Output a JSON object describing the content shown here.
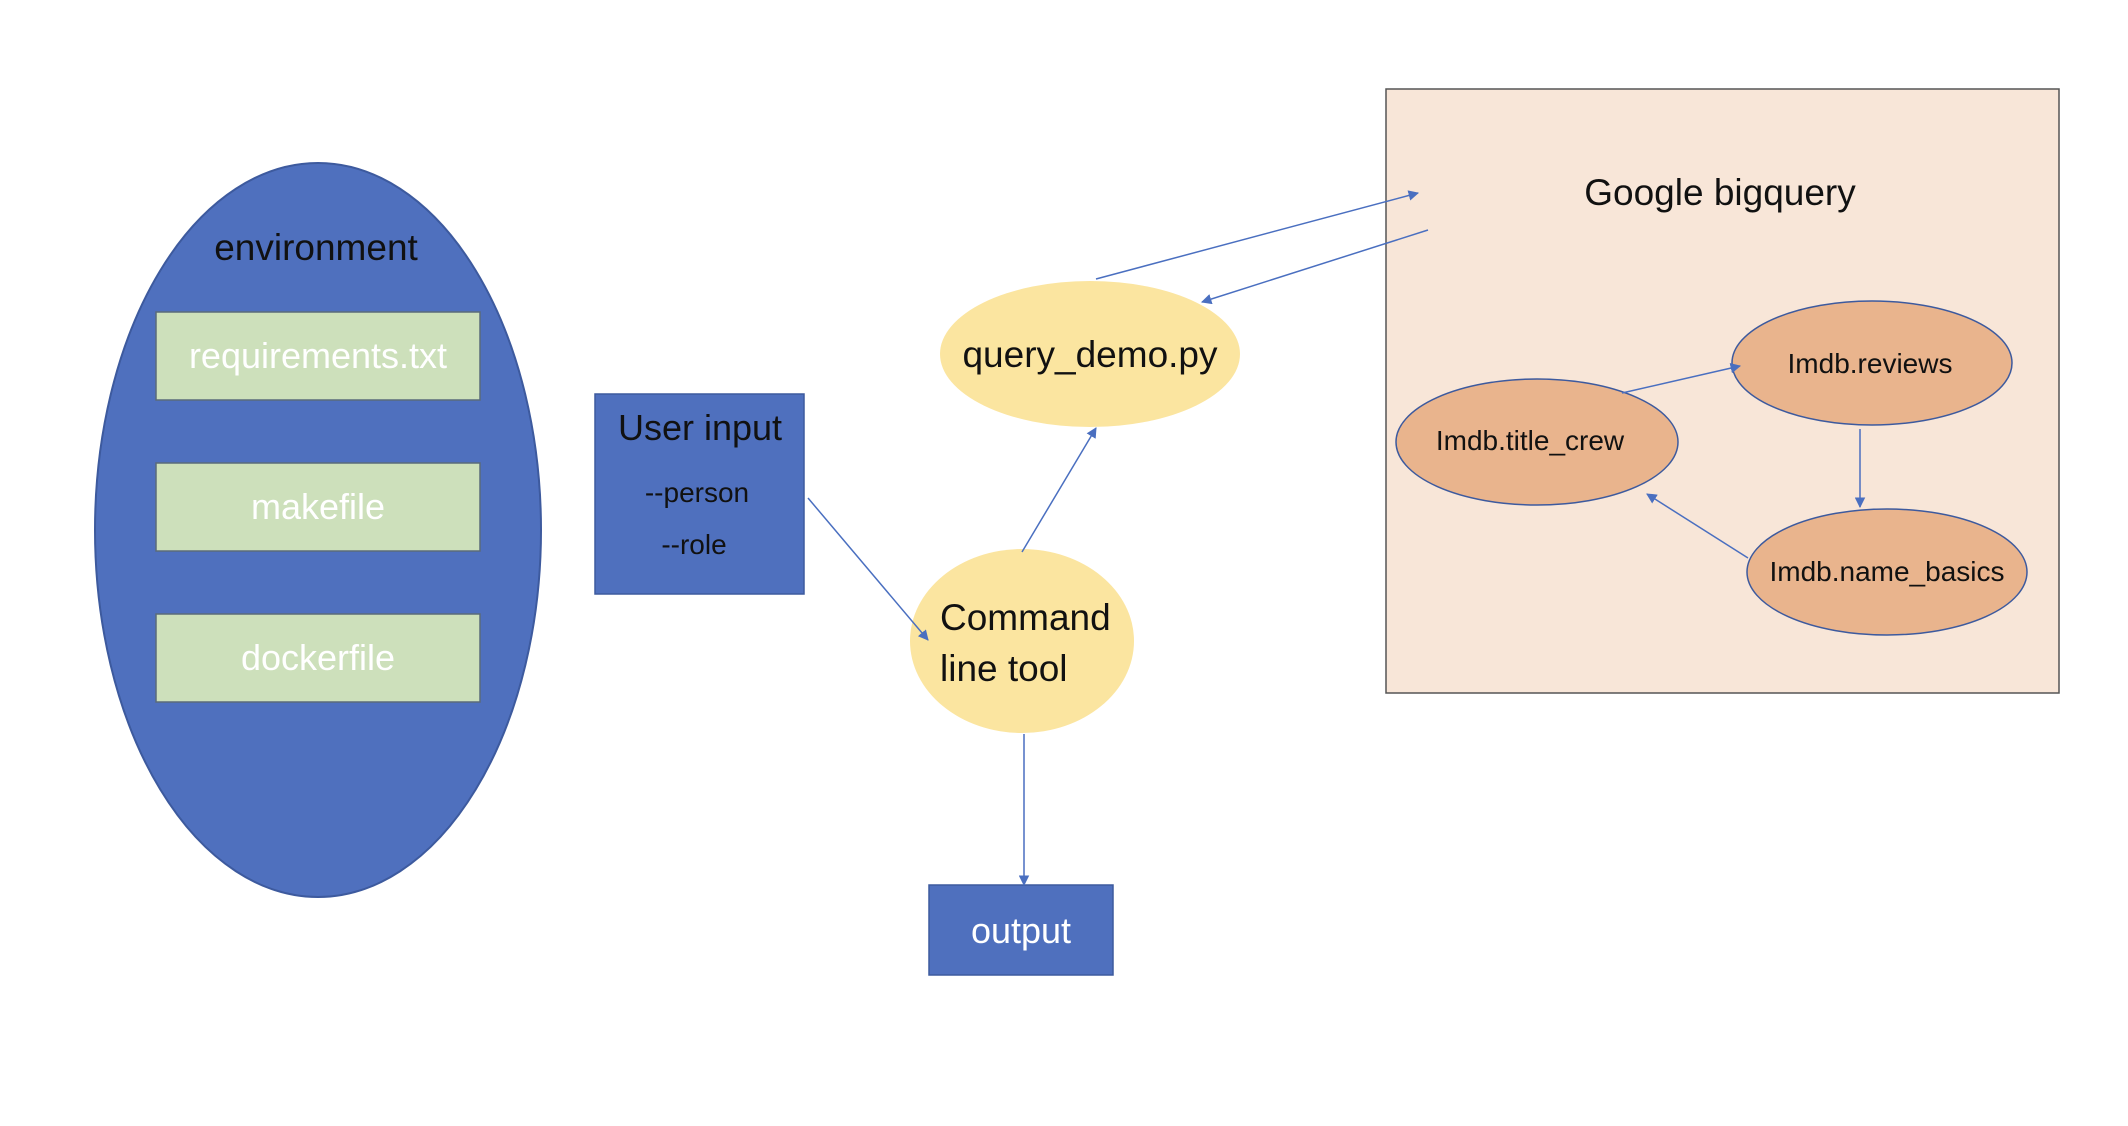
{
  "colors": {
    "background": "#ffffff",
    "blue_fill": "#4f70be",
    "blue_stroke": "#3d5a9e",
    "green_fill": "#cde0bb",
    "yellow_fill": "#fbe5a0",
    "peach_fill": "#f8e6d8",
    "orange_fill": "#e9b48d",
    "arrow": "#4a6fc0",
    "dark_text": "#111111",
    "light_text": "#ffffff"
  },
  "environment": {
    "title": "environment",
    "files": [
      "requirements.txt",
      "makefile",
      "dockerfile"
    ]
  },
  "user_input": {
    "title": "User input",
    "args": [
      "--person",
      "--role"
    ]
  },
  "query_demo": {
    "label": "query_demo.py"
  },
  "command_line_tool": {
    "label_line1": "Command",
    "label_line2": "line tool"
  },
  "output": {
    "label": "output"
  },
  "bigquery": {
    "title": "Google bigquery",
    "tables": {
      "title_crew": "Imdb.title_crew",
      "reviews": "Imdb.reviews",
      "name_basics": "Imdb.name_basics"
    }
  }
}
